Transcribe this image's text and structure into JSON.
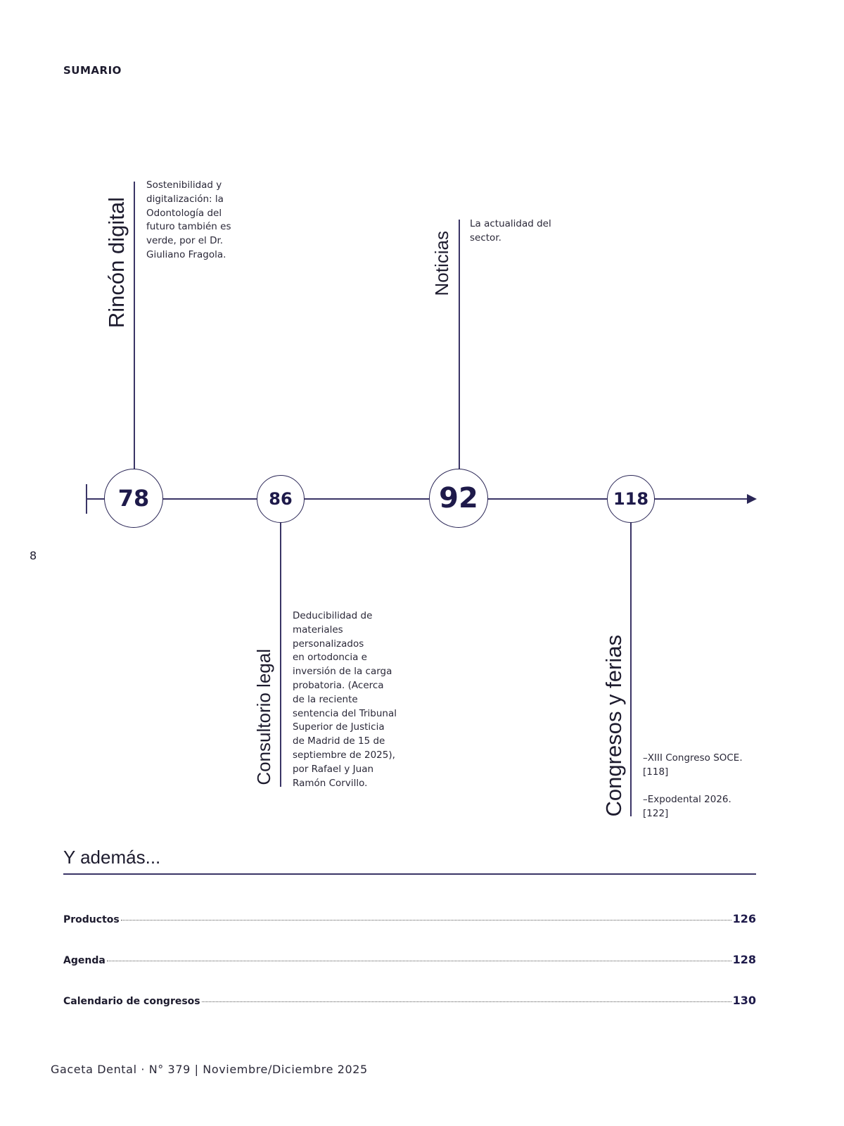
{
  "header": {
    "section": "SUMARIO"
  },
  "page_number": "8",
  "timeline": [
    {
      "page": "78",
      "title": "Rincón digital",
      "description": [
        "Sostenibilidad y",
        "digitalización: la",
        "Odontología del",
        "futuro también es",
        "verde, por el Dr.",
        "Giuliano Fragola."
      ]
    },
    {
      "page": "86",
      "title": "Consultorio legal",
      "description": [
        "Deducibilidad de",
        "materiales",
        "personalizados",
        "en ortodoncia e",
        "inversión de la carga",
        "probatoria. (Acerca",
        "de la reciente",
        "sentencia del Tribunal",
        "Superior de Justicia",
        "de Madrid de 15 de",
        "septiembre de 2025),",
        "por Rafael y Juan",
        "Ramón Corvillo."
      ]
    },
    {
      "page": "92",
      "title": "Noticias",
      "description": [
        "La actualidad del",
        "sector."
      ]
    },
    {
      "page": "118",
      "title": "Congresos y ferias",
      "items": [
        {
          "text": "–XIII Congreso SOCE.",
          "page": "[118]"
        },
        {
          "text": "–Expodental 2026.",
          "page": "[122]"
        }
      ]
    }
  ],
  "ademas": {
    "title": "Y además...",
    "entries": [
      {
        "label": "Productos",
        "page": "126"
      },
      {
        "label": "Agenda",
        "page": "128"
      },
      {
        "label": "Calendario de congresos",
        "page": "130"
      }
    ]
  },
  "footer": "Gaceta Dental · N° 379 | Noviembre/Diciembre 2025",
  "colors": {
    "accent": "#2a2656",
    "number": "#1e1a4a"
  }
}
